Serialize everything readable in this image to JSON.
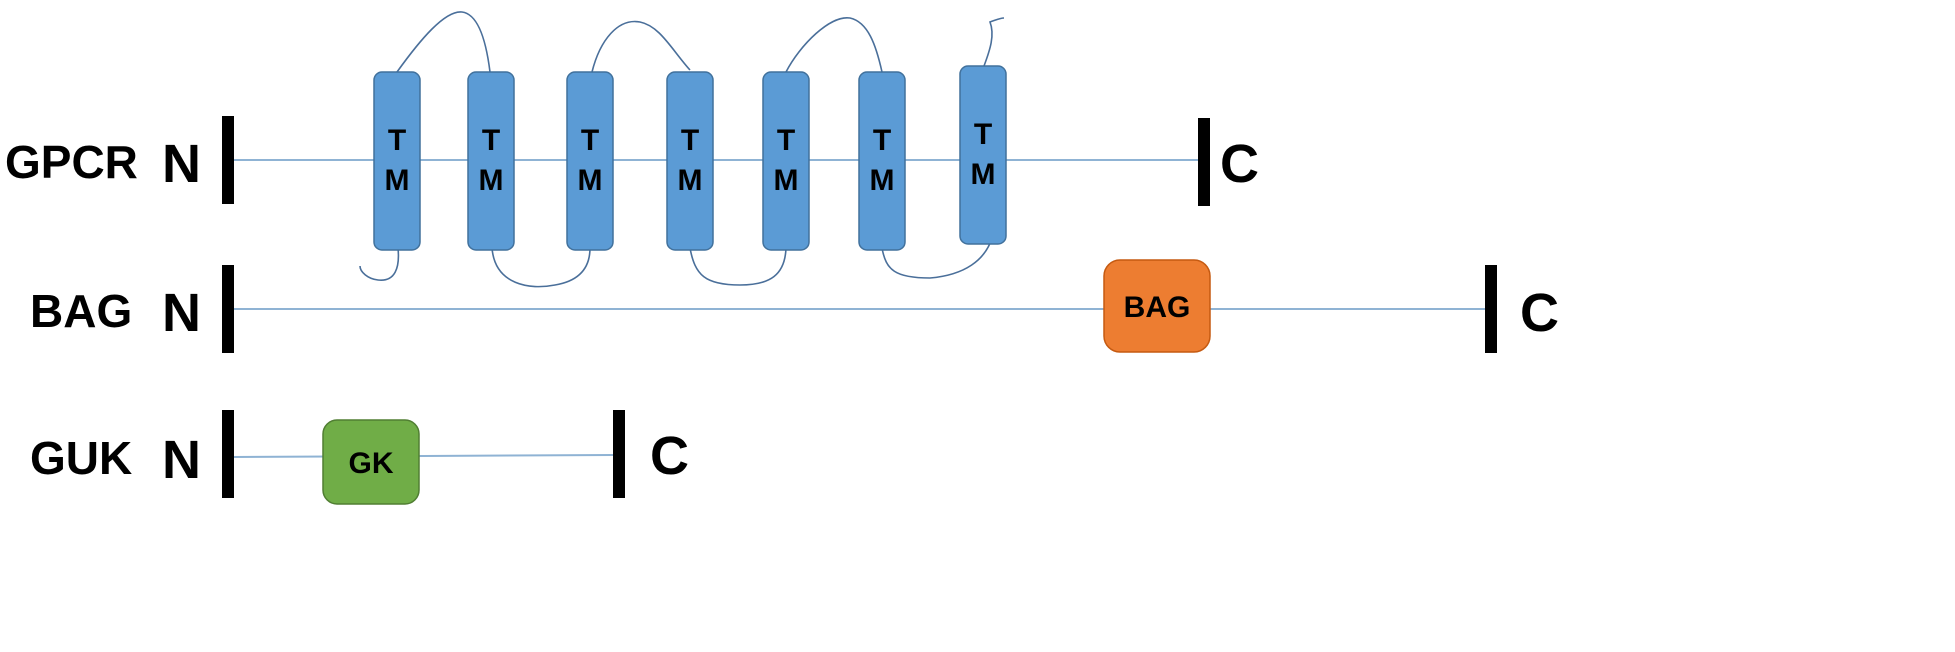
{
  "rows": [
    {
      "label": "GPCR",
      "n_terminus": "N",
      "c_terminus": "C",
      "tm_segments": [
        {
          "label_top": "T",
          "label_bottom": "M"
        },
        {
          "label_top": "T",
          "label_bottom": "M"
        },
        {
          "label_top": "T",
          "label_bottom": "M"
        },
        {
          "label_top": "T",
          "label_bottom": "M"
        },
        {
          "label_top": "T",
          "label_bottom": "M"
        },
        {
          "label_top": "T",
          "label_bottom": "M"
        },
        {
          "label_top": "T",
          "label_bottom": "M"
        }
      ],
      "color": "#5b9bd5"
    },
    {
      "label": "BAG",
      "n_terminus": "N",
      "c_terminus": "C",
      "domain": {
        "label": "BAG",
        "color": "#ed7d31"
      }
    },
    {
      "label": "GUK",
      "n_terminus": "N",
      "c_terminus": "C",
      "domain": {
        "label": "GK",
        "color": "#70ad47"
      }
    }
  ]
}
